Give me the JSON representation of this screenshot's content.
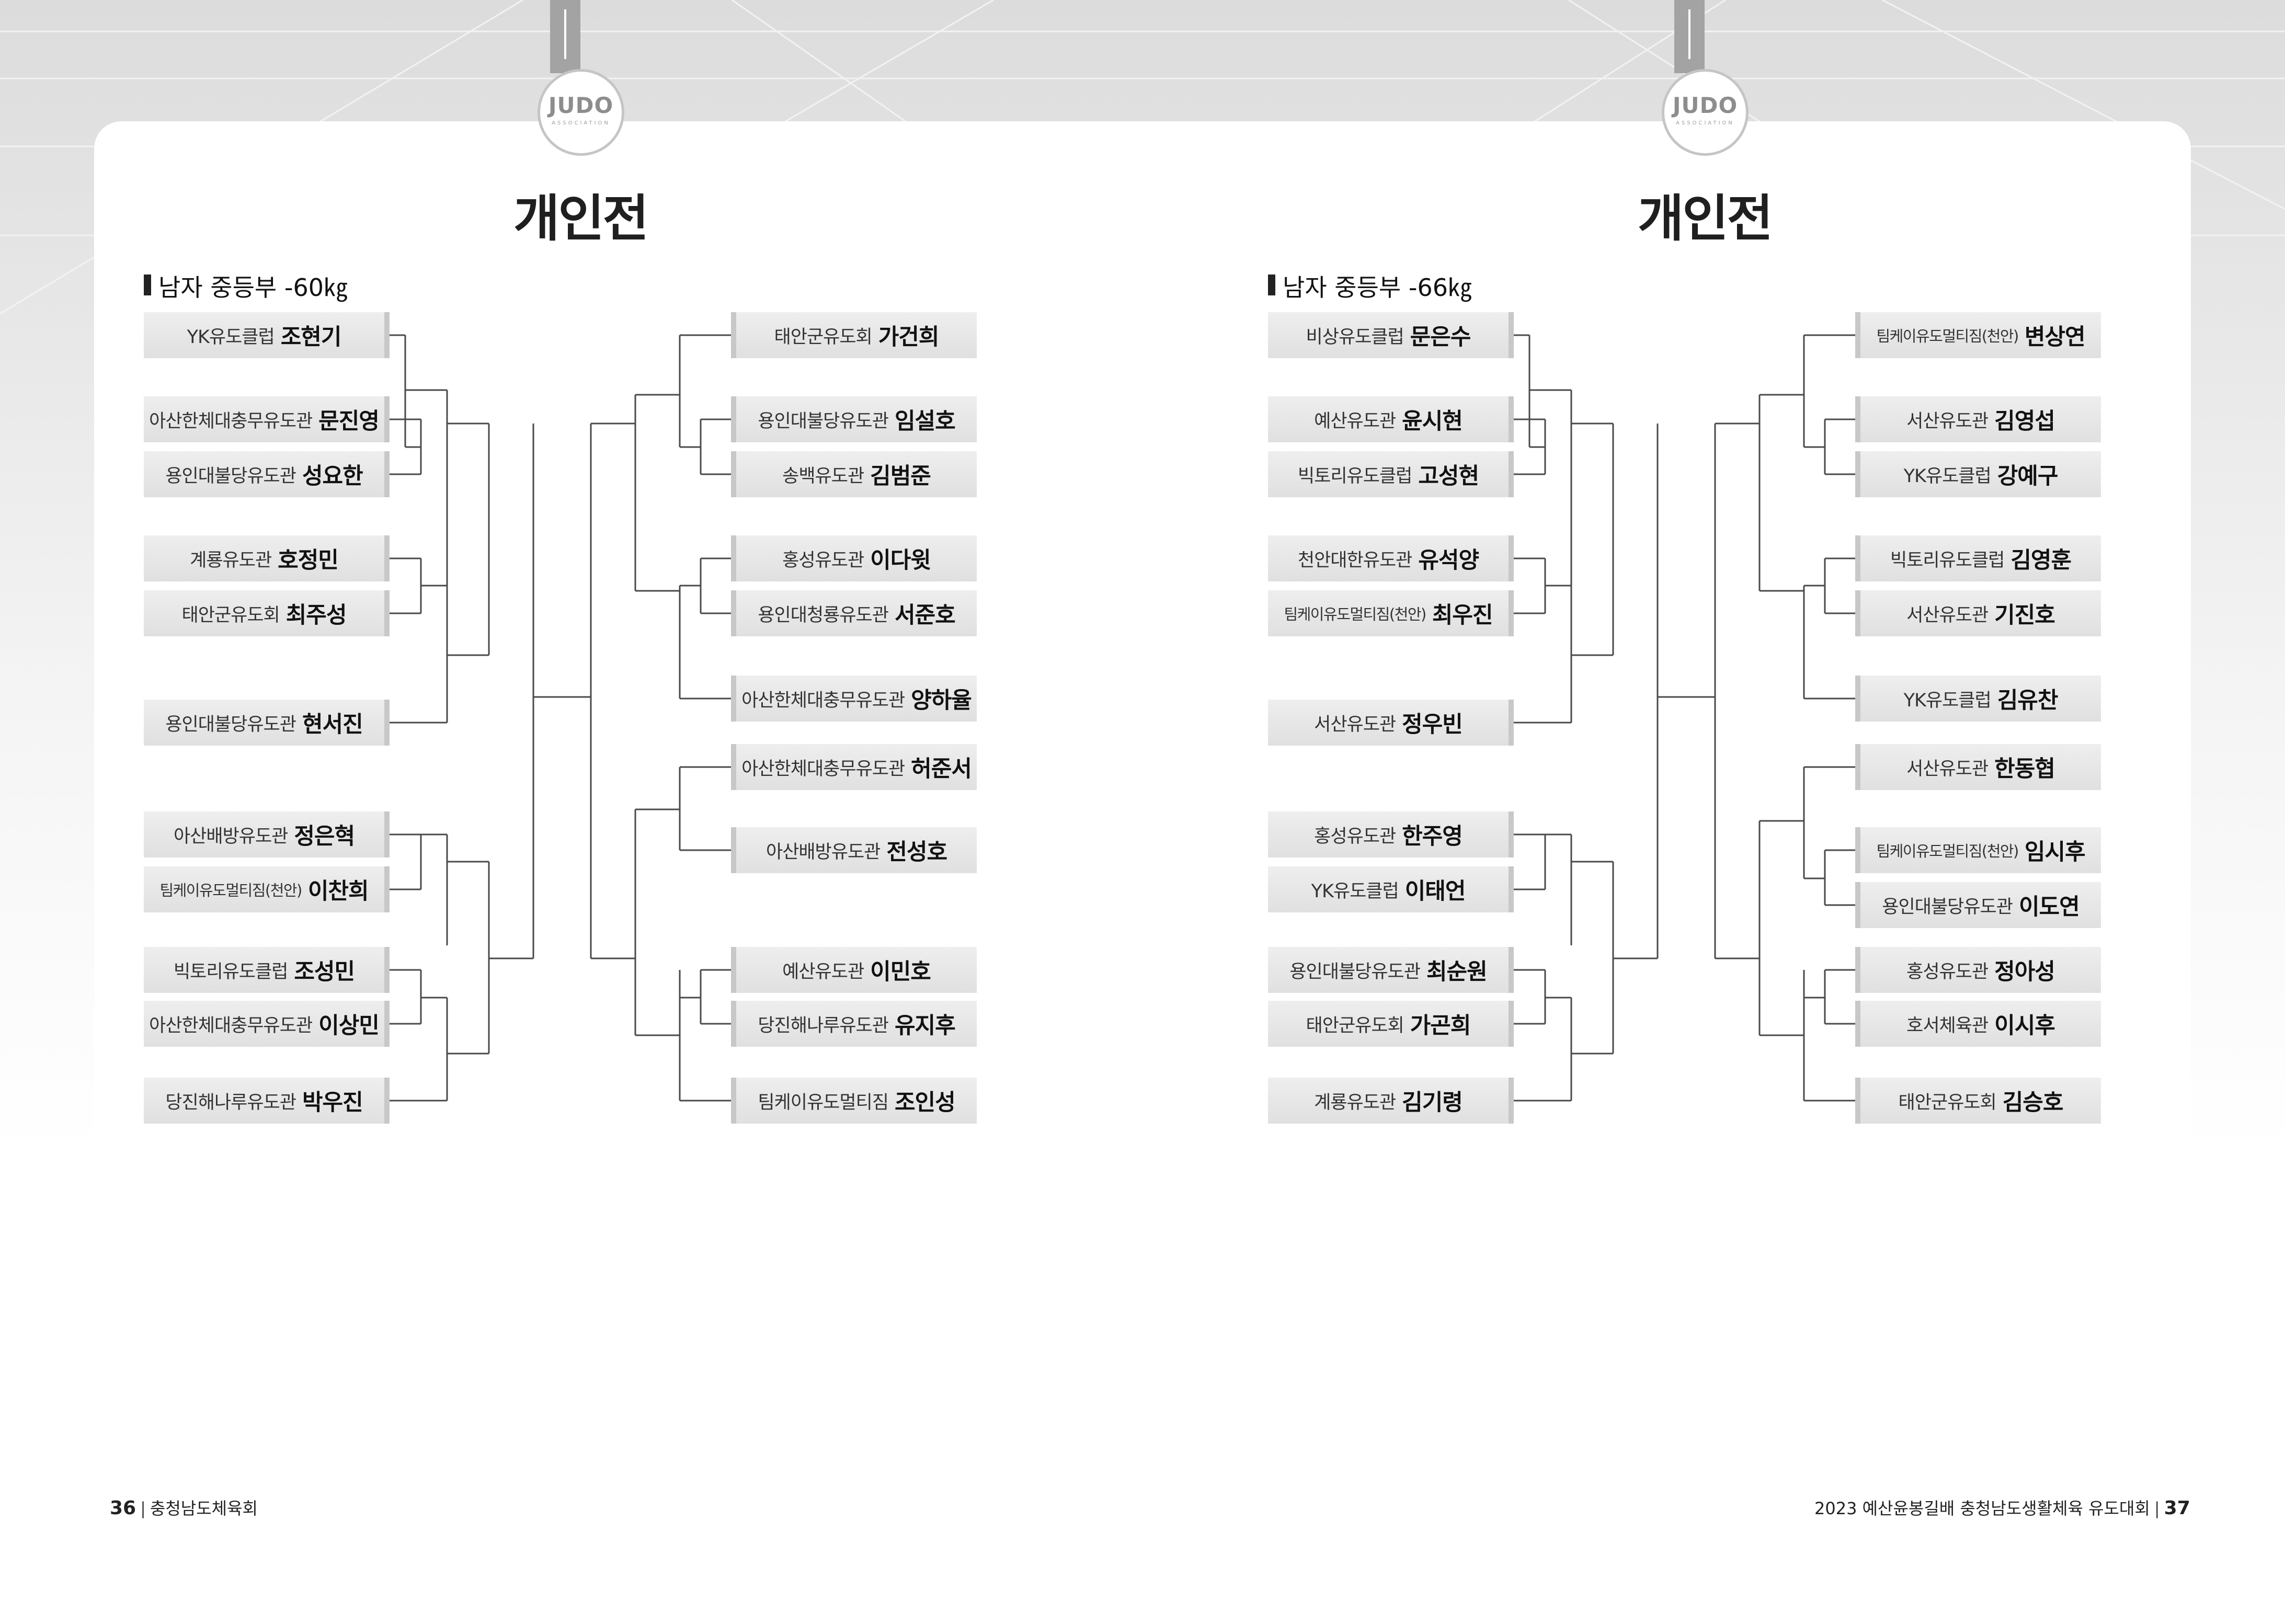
{
  "header": {
    "logo_main": "JUDO",
    "logo_sub": "ASSOCIATION"
  },
  "pages": [
    {
      "title": "개인전",
      "category": "남자 중등부 -60㎏",
      "left": [
        {
          "club": "YK유도클럽",
          "name": "조현기"
        },
        {
          "club": "아산한체대충무유도관",
          "name": "문진영"
        },
        {
          "club": "용인대불당유도관",
          "name": "성요한"
        },
        {
          "club": "계룡유도관",
          "name": "호정민"
        },
        {
          "club": "태안군유도회",
          "name": "최주성"
        },
        {
          "club": "용인대불당유도관",
          "name": "현서진"
        },
        {
          "club": "아산배방유도관",
          "name": "정은혁"
        },
        {
          "club": "팀케이유도멀티짐(천안)",
          "name": "이찬희"
        },
        {
          "club": "빅토리유도클럽",
          "name": "조성민"
        },
        {
          "club": "아산한체대충무유도관",
          "name": "이상민"
        },
        {
          "club": "당진해나루유도관",
          "name": "박우진"
        }
      ],
      "right": [
        {
          "club": "태안군유도회",
          "name": "가건희"
        },
        {
          "club": "용인대불당유도관",
          "name": "임설호"
        },
        {
          "club": "송백유도관",
          "name": "김범준"
        },
        {
          "club": "홍성유도관",
          "name": "이다윗"
        },
        {
          "club": "용인대청룡유도관",
          "name": "서준호"
        },
        {
          "club": "아산한체대충무유도관",
          "name": "양하율"
        },
        {
          "club": "아산한체대충무유도관",
          "name": "허준서"
        },
        {
          "club": "아산배방유도관",
          "name": "전성호"
        },
        {
          "club": "예산유도관",
          "name": "이민호"
        },
        {
          "club": "당진해나루유도관",
          "name": "유지후"
        },
        {
          "club": "팀케이유도멀티짐",
          "name": "조인성"
        }
      ]
    },
    {
      "title": "개인전",
      "category": "남자 중등부 -66㎏",
      "left": [
        {
          "club": "비상유도클럽",
          "name": "문은수"
        },
        {
          "club": "예산유도관",
          "name": "윤시현"
        },
        {
          "club": "빅토리유도클럽",
          "name": "고성현"
        },
        {
          "club": "천안대한유도관",
          "name": "유석양"
        },
        {
          "club": "팀케이유도멀티짐(천안)",
          "name": "최우진"
        },
        {
          "club": "서산유도관",
          "name": "정우빈"
        },
        {
          "club": "홍성유도관",
          "name": "한주영"
        },
        {
          "club": "YK유도클럽",
          "name": "이태언"
        },
        {
          "club": "용인대불당유도관",
          "name": "최순원"
        },
        {
          "club": "태안군유도회",
          "name": "가곤희"
        },
        {
          "club": "계룡유도관",
          "name": "김기령"
        }
      ],
      "right": [
        {
          "club": "팀케이유도멀티짐(천안)",
          "name": "변상연"
        },
        {
          "club": "서산유도관",
          "name": "김영섭"
        },
        {
          "club": "YK유도클럽",
          "name": "강예구"
        },
        {
          "club": "빅토리유도클럽",
          "name": "김영훈"
        },
        {
          "club": "서산유도관",
          "name": "기진호"
        },
        {
          "club": "YK유도클럽",
          "name": "김유찬"
        },
        {
          "club": "서산유도관",
          "name": "한동협"
        },
        {
          "club": "팀케이유도멀티짐(천안)",
          "name": "임시후"
        },
        {
          "club": "용인대불당유도관",
          "name": "이도연"
        },
        {
          "club": "홍성유도관",
          "name": "정아성"
        },
        {
          "club": "호서체육관",
          "name": "이시후"
        },
        {
          "club": "태안군유도회",
          "name": "김승호"
        }
      ]
    }
  ],
  "footer": {
    "left_page": "36",
    "left_text": "충청남도체육회",
    "right_text": "2023 예산윤봉길배 충청남도생활체육 유도대회",
    "right_page": "37",
    "separator": "|"
  }
}
